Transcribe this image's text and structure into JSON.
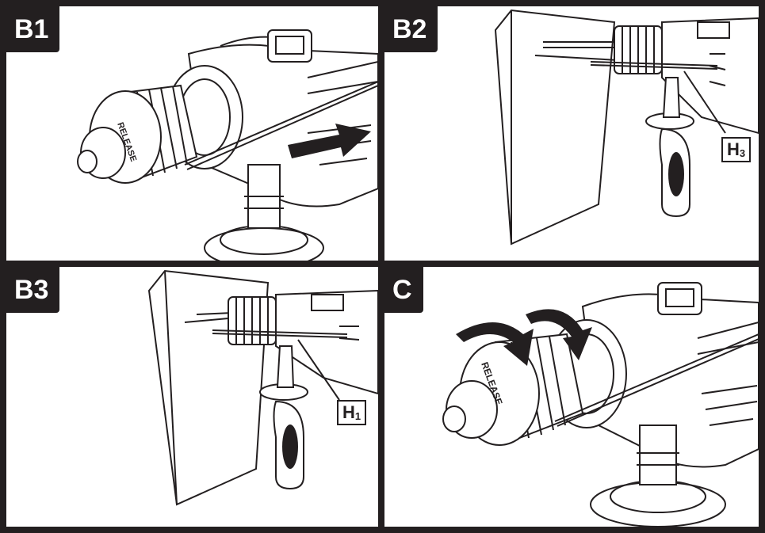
{
  "panels": [
    {
      "label": "B1"
    },
    {
      "label": "B2",
      "callout": {
        "letter": "H",
        "index": "3"
      }
    },
    {
      "label": "B3",
      "callout": {
        "letter": "H",
        "index": "1"
      }
    },
    {
      "label": "C"
    }
  ],
  "chuck_text": "RELEASE"
}
